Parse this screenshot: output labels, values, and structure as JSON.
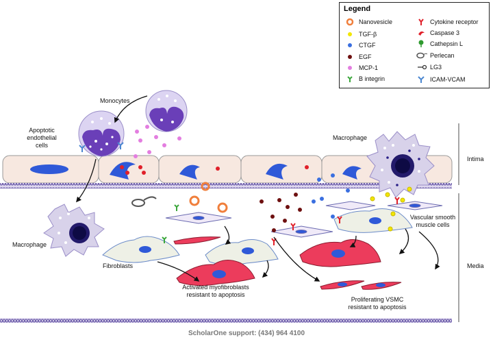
{
  "legend": {
    "title": "Legend",
    "items": [
      {
        "label": "Nanovesicle",
        "icon": "nanovesicle-icon"
      },
      {
        "label": "TGF-β",
        "icon": "tgf-beta-icon"
      },
      {
        "label": "CTGF",
        "icon": "ctgf-icon"
      },
      {
        "label": "EGF",
        "icon": "egf-icon"
      },
      {
        "label": "MCP-1",
        "icon": "mcp1-icon"
      },
      {
        "label": "B integrin",
        "icon": "b-integrin-icon"
      },
      {
        "label": "Cytokine receptor",
        "icon": "cytokine-receptor-icon"
      },
      {
        "label": "Caspase 3",
        "icon": "caspase3-icon"
      },
      {
        "label": "Cathepsin L",
        "icon": "cathepsin-l-icon"
      },
      {
        "label": "Perlecan",
        "icon": "perlecan-icon"
      },
      {
        "label": "LG3",
        "icon": "lg3-icon"
      },
      {
        "label": "ICAM-VCAM",
        "icon": "icam-vcam-icon"
      }
    ]
  },
  "labels": {
    "monocytes": "Monocytes",
    "apoptotic": [
      "Apoptotic",
      "endothelial",
      "cells"
    ],
    "macrophage_top": "Macrophage",
    "macrophage_left": "Macrophage",
    "intima": "Intima",
    "media": "Media",
    "fibroblasts": "Fibroblasts",
    "myofibroblasts": [
      "Activated  myofibroblasts",
      "resistant to apoptosis"
    ],
    "vsmc": [
      "Vascular smooth",
      "muscle cells"
    ],
    "proliferating": [
      "Proliferating VSMC",
      "resistant to apoptosis"
    ]
  },
  "colors": {
    "nanovesicle": "#f07f3c",
    "tgf_beta": "#f2e600",
    "ctgf": "#3a6fe0",
    "egf": "#6e1010",
    "mcp1": "#e37ee0",
    "integrin": "#3aa63a",
    "cytokine_receptor": "#e0202a",
    "caspase3": "#e0202a",
    "cathepsin_l": "#2f9a2f",
    "icam_vcam": "#4a86d0",
    "endothelium": "#f7e8e0",
    "monocyte": "#6a3fb8",
    "myofibroblast": "#ec3c5c"
  },
  "footer": "ScholarOne support: (434) 964 4100"
}
